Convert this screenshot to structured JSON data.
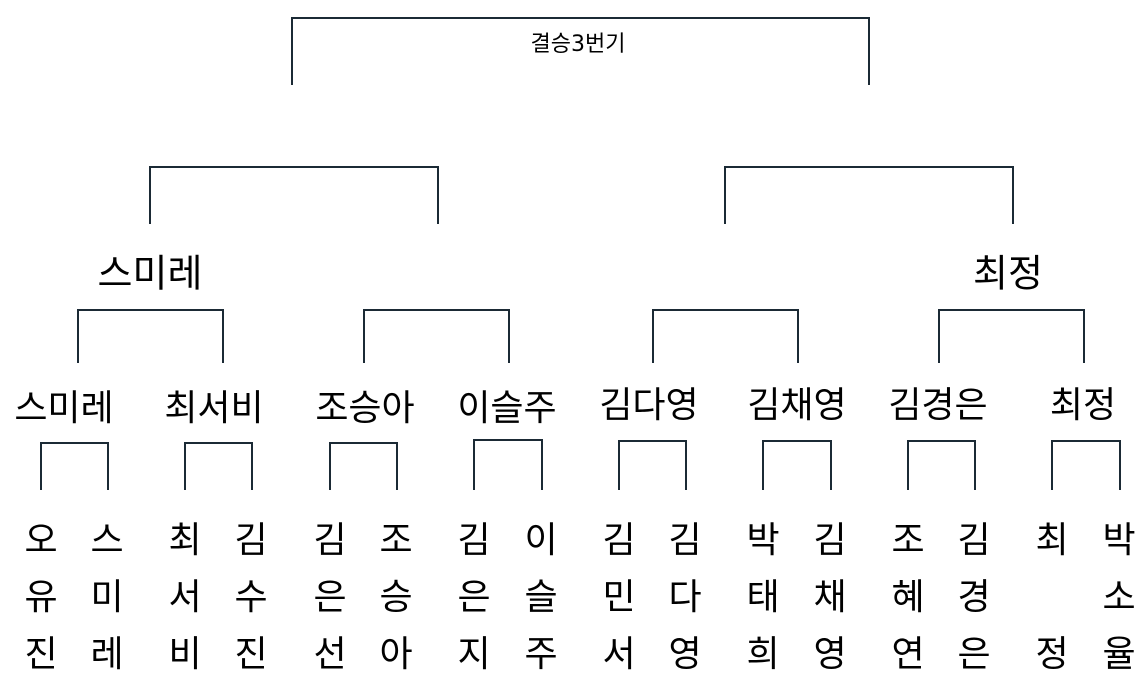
{
  "final": {
    "label": "결승3번기"
  },
  "semifinal": {
    "left": "스미레",
    "right": "최정"
  },
  "quarterfinal": [
    "스미레",
    "최서비",
    "조승아",
    "이슬주",
    "김다영",
    "김채영",
    "김경은",
    "최정"
  ],
  "first_round": [
    [
      "오",
      "유",
      "진"
    ],
    [
      "스",
      "미",
      "레"
    ],
    [
      "최",
      "서",
      "비"
    ],
    [
      "김",
      "수",
      "진"
    ],
    [
      "김",
      "은",
      "선"
    ],
    [
      "조",
      "승",
      "아"
    ],
    [
      "김",
      "은",
      "지"
    ],
    [
      "이",
      "슬",
      "주"
    ],
    [
      "김",
      "민",
      "서"
    ],
    [
      "김",
      "다",
      "영"
    ],
    [
      "박",
      "태",
      "희"
    ],
    [
      "김",
      "채",
      "영"
    ],
    [
      "조",
      "혜",
      "연"
    ],
    [
      "김",
      "경",
      "은"
    ],
    [
      "최",
      "",
      "정"
    ],
    [
      "박",
      "소",
      "율"
    ]
  ],
  "colors": {
    "line": "#1b2a35"
  }
}
